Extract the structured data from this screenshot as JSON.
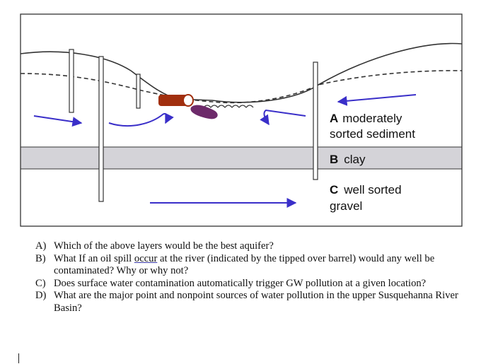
{
  "layers": [
    {
      "letter": "A",
      "description_line1": "moderately",
      "description_line2": "sorted sediment"
    },
    {
      "letter": "B",
      "description_line1": "clay"
    },
    {
      "letter": "C",
      "description_line1": "well sorted",
      "description_line2": "gravel"
    }
  ],
  "questions": [
    {
      "letter": "A)",
      "text": "Which of the above layers would be the best aquifer?"
    },
    {
      "letter": "B)",
      "text_before": "What If an oil spill ",
      "underlined": "occur",
      "text_after": " at the river (indicated by the tipped over barrel) would any well be contaminated? Why or why not?"
    },
    {
      "letter": "C)",
      "text": "Does surface water contamination automatically trigger GW pollution at a given location?"
    },
    {
      "letter": "D)",
      "text": "What are the major point and nonpoint sources of water pollution in the upper Susquehanna River Basin?"
    }
  ],
  "colors": {
    "clay_layer": "#d4d3d8",
    "flow_arrow": "#3a2fc9",
    "barrel": "#a12f0e",
    "oil_spill": "#6d2a6a",
    "outline": "#333333"
  }
}
